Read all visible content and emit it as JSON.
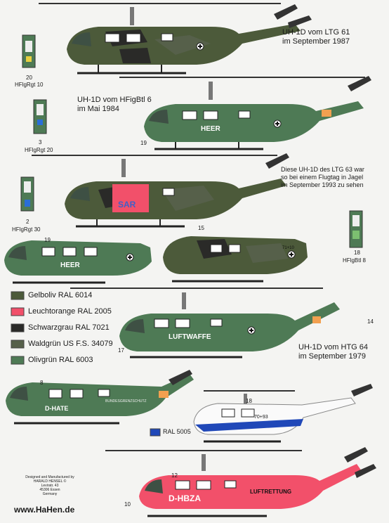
{
  "captions": {
    "ltg61": "UH-1D vom LTG 61\nim September 1987",
    "hfigbtl6": "UH-1D vom HFigBtl 6\nim Mai 1984",
    "ltg63": "Diese UH-1D des LTG 63 war\nso bei einem Flugtag in Jagel\nim September 1993 zu sehen",
    "htg64": "UH-1D vom HTG 64\nim September 1979"
  },
  "unit_labels": {
    "hfigrgt10": "HFlgRgt 10",
    "hfigrgt20": "HFlgRgt 20",
    "hfigrgt30": "HFlgRgt 30",
    "hfigbtl8": "HFlgBtl 8"
  },
  "callout_numbers": {
    "n20": "20",
    "n3": "3",
    "n2": "2",
    "n19a": "19",
    "n19b": "19",
    "n15": "15",
    "n18a": "18",
    "n18b": "18",
    "n14": "14",
    "n17": "17",
    "n8": "8",
    "n12": "12",
    "n10": "10"
  },
  "legend": [
    {
      "label": "Gelboliv RAL 6014",
      "color": "#4c5a3a"
    },
    {
      "label": "Leuchtorange RAL 2005",
      "color": "#f2506a"
    },
    {
      "label": "Schwarzgrau RAL 7021",
      "color": "#2a2a28"
    },
    {
      "label": "Waldgrün US F.S. 34079",
      "color": "#56604a"
    },
    {
      "label": "Olivgrün RAL 6003",
      "color": "#4e7a55"
    }
  ],
  "ral5005": {
    "label": "RAL 5005",
    "color": "#2048b8"
  },
  "aircraft_markings": {
    "heer1": "HEER",
    "heer2": "HEER",
    "luftwaffe": "LUFTWAFFE",
    "sar": "SAR",
    "dhate": "D-HATE",
    "bgs": "BUNDESGRENZSCHUTZ",
    "dhbza": "D-HBZA",
    "luftrettung": "LUFTRETTUNG",
    "reg7093": "70+93",
    "reg7110": "71+10"
  },
  "credits": {
    "line1": "Designed and Manufactured by",
    "line2": "HARALD HENSEL ©",
    "line3": "Leviratr. 43",
    "line4": "45306 Essen",
    "line5": "Germany",
    "website": "www.HaHen.de"
  }
}
